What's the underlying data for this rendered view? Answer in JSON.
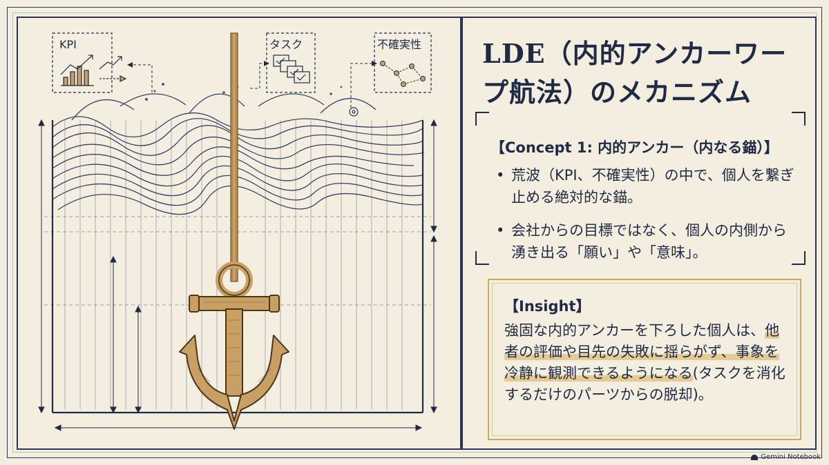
{
  "title": "LDE（内的アンカーワープ航法）のメカニズム",
  "illustration": {
    "labels": {
      "kpi": "KPI",
      "task": "タスク",
      "uncertainty": "不確実性"
    }
  },
  "concept": {
    "heading": "【Concept 1: 内的アンカー（内なる錨）】",
    "bullets": [
      "荒波（KPI、不確実性）の中で、個人を繋ぎ止める絶対的な錨。",
      "会社からの目標ではなく、個人の内側から湧き出る「願い」や「意味」。"
    ]
  },
  "insight": {
    "heading": "【Insight】",
    "text_part1": "強固な内的アンカーを下ろした個人は、",
    "text_part2": "他者の評価や目先の失敗に揺らがず、",
    "text_part3": "事象を冷静に観測できるようになる",
    "text_part4": "(タスクを消化するだけのパーツからの脱却)。"
  },
  "badge": {
    "label": "Gemini Notebook"
  },
  "colors": {
    "navy": "#1f2a44",
    "anchor_gold": "#c8a063",
    "paper": "#f3eedf",
    "highlight": "#dab262"
  }
}
